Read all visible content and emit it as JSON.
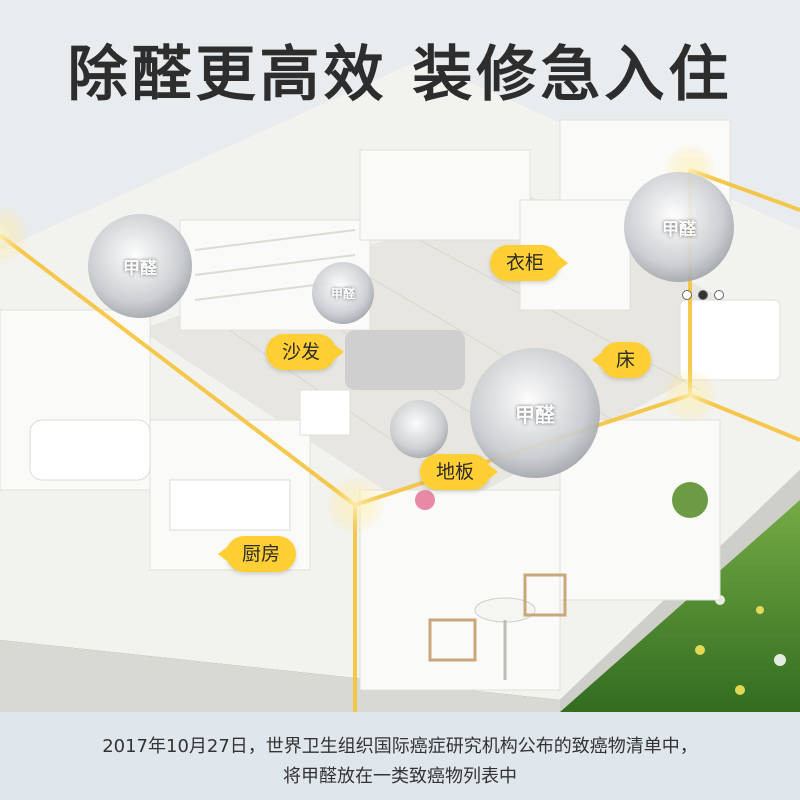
{
  "headline": "除醛更高效 装修急入住",
  "labels": {
    "wardrobe": "衣柜",
    "sofa": "沙发",
    "bed": "床",
    "floor": "地板",
    "kitchen": "厨房"
  },
  "molecule_label": "甲醛",
  "carousel": {
    "total": 3,
    "active": 2
  },
  "caption": {
    "line1": "2017年10月27日，世界卫生组织国际癌症研究机构公布的致癌物清单中，",
    "line2": "将甲醛放在一类致癌物列表中"
  },
  "colors": {
    "tag_yellow": "#ffcf33",
    "glow_gold": "#f5c23a",
    "caption_bg": "#dfe6ec",
    "grass_green": "#4f8a2e"
  }
}
